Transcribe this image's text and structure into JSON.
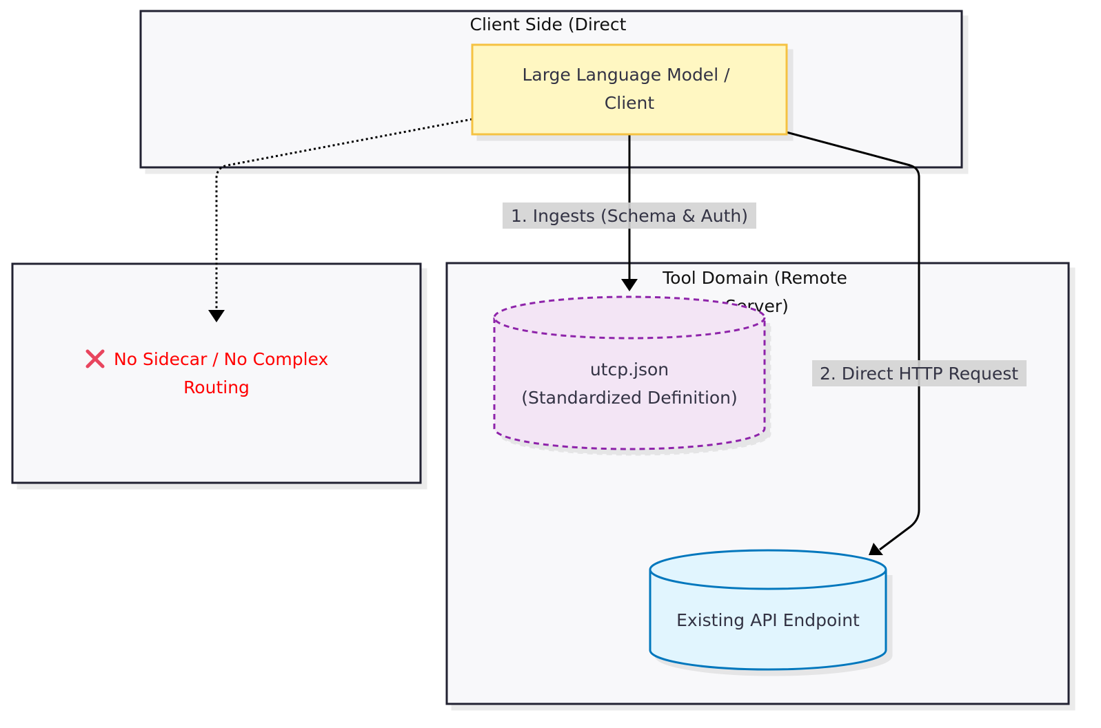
{
  "clusters": {
    "client_side": {
      "title": "Client Side (Direct"
    },
    "tool_domain": {
      "title_line1": "Tool Domain (Remote",
      "title_line2": "Server)"
    },
    "note_box": {
      "icon": "cross-mark-icon",
      "line1": "No Sidecar / No Complex",
      "line2": "Routing"
    }
  },
  "nodes": {
    "llm_client": {
      "line1": "Large Language Model /",
      "line2": "Client"
    },
    "utcp_json": {
      "line1": "utcp.json",
      "line2": "(Standardized Definition)"
    },
    "api_endpoint": {
      "label": "Existing API Endpoint"
    }
  },
  "edges": {
    "ingests": {
      "label": "1. Ingests (Schema & Auth)"
    },
    "direct_http": {
      "label": "2. Direct HTTP Request"
    }
  },
  "colors": {
    "cluster_fill": "#f8f8fa",
    "cluster_stroke": "#222233",
    "llm_fill": "#fff7c2",
    "llm_stroke": "#f5c242",
    "utcp_fill": "#f3e5f5",
    "utcp_stroke": "#8e24aa",
    "api_fill": "#e1f5fe",
    "api_stroke": "#0277bd",
    "edge_label_bg": "#d3d3d3",
    "warning_text": "#ff0000"
  }
}
